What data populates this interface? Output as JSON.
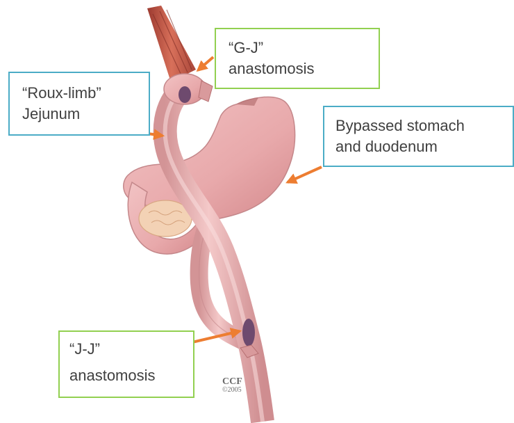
{
  "labels": {
    "gj": {
      "line1": "“G-J”",
      "line2": "anastomosis"
    },
    "roux": {
      "line1": "“Roux-limb”",
      "line2": "Jejunum"
    },
    "bypassed": {
      "line1": "Bypassed stomach",
      "line2": "and duodenum"
    },
    "jj": {
      "line1": "“J-J”",
      "line2": "anastomosis"
    }
  },
  "credit": {
    "mark": "CCF",
    "year": "©2005"
  },
  "colors": {
    "green_box": "#92d050",
    "blue_box": "#4bacc6",
    "arrow": "#ed7d31",
    "text": "#404040",
    "tissue": "#eab2b4",
    "tissue_dark": "#c88486",
    "anastomosis_dot": "#6e4a6e",
    "esophagus": "#c0504d"
  }
}
